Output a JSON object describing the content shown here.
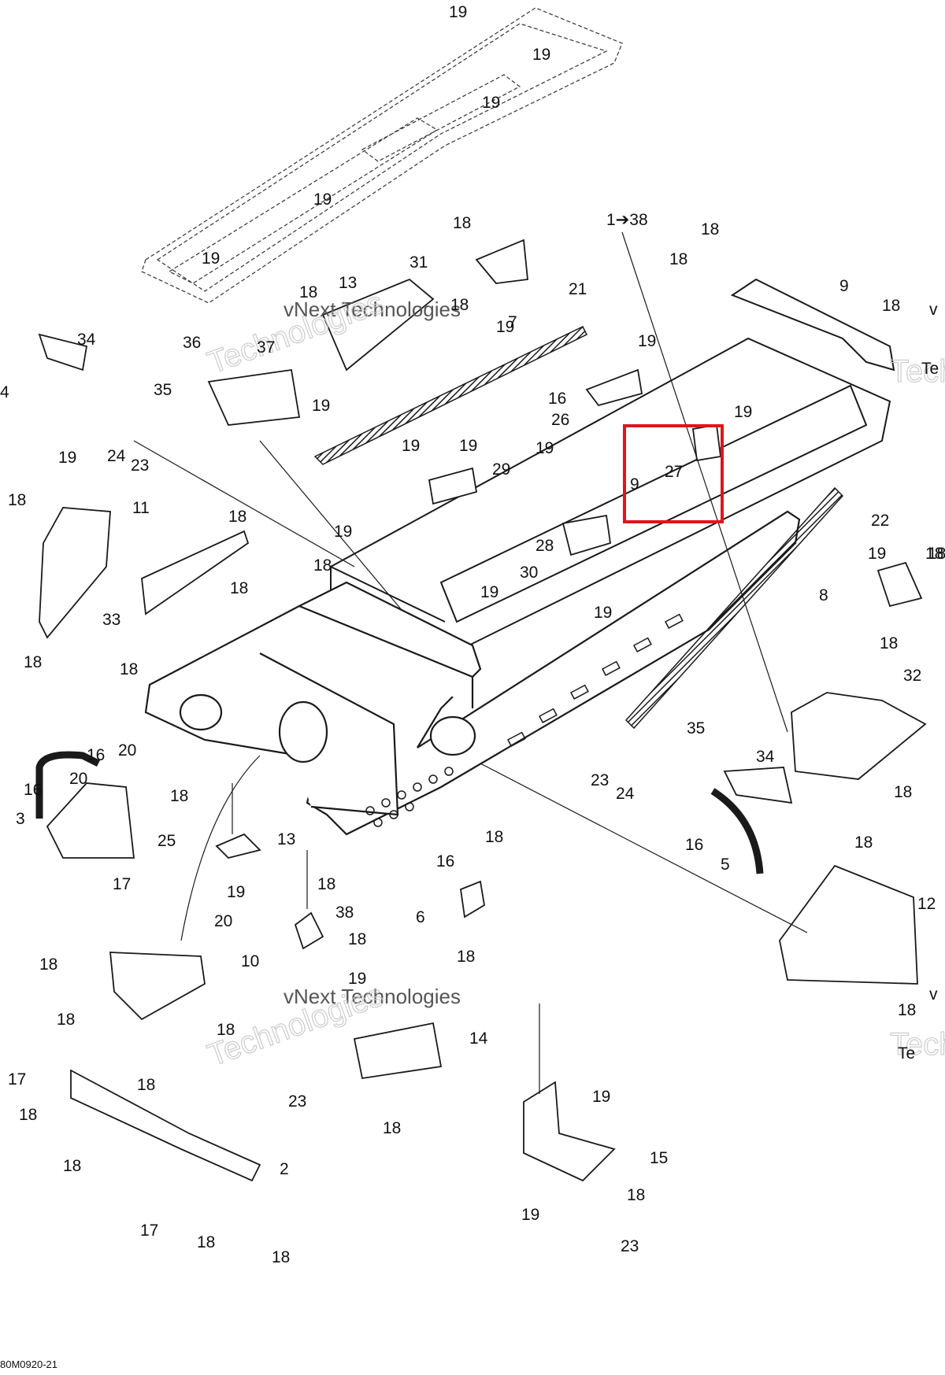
{
  "diagram": {
    "figure_code": "80M0920-21",
    "watermarks": [
      "vNext Technologies",
      "vNext Technologies",
      "Technologies",
      "Technologies",
      "Technologies",
      "Technologies"
    ],
    "highlight_color": "#e0141e",
    "line_color": "#1a1a1a",
    "callouts": [
      {
        "id": "c1",
        "text": "19"
      },
      {
        "id": "c2",
        "text": "19"
      },
      {
        "id": "c3",
        "text": "19"
      },
      {
        "id": "c4",
        "text": "19"
      },
      {
        "id": "c5",
        "text": "19"
      },
      {
        "id": "c6",
        "text": "18"
      },
      {
        "id": "c7",
        "text": "1➔38"
      },
      {
        "id": "c8",
        "text": "18"
      },
      {
        "id": "c9",
        "text": "18"
      },
      {
        "id": "c10",
        "text": "31"
      },
      {
        "id": "c11",
        "text": "18"
      },
      {
        "id": "c12",
        "text": "13"
      },
      {
        "id": "c13",
        "text": "18"
      },
      {
        "id": "c14",
        "text": "7"
      },
      {
        "id": "c15",
        "text": "9"
      },
      {
        "id": "c16",
        "text": "18"
      },
      {
        "id": "c17",
        "text": "21"
      },
      {
        "id": "c18",
        "text": "34"
      },
      {
        "id": "c19",
        "text": "36"
      },
      {
        "id": "c20",
        "text": "37"
      },
      {
        "id": "c21",
        "text": "19"
      },
      {
        "id": "c22",
        "text": "4"
      },
      {
        "id": "c23",
        "text": "35"
      },
      {
        "id": "c24",
        "text": "19"
      },
      {
        "id": "c25",
        "text": "19"
      },
      {
        "id": "c26",
        "text": "19"
      },
      {
        "id": "c27",
        "text": "16"
      },
      {
        "id": "c28",
        "text": "24"
      },
      {
        "id": "c29",
        "text": "23"
      },
      {
        "id": "c30",
        "text": "26"
      },
      {
        "id": "c31",
        "text": "19"
      },
      {
        "id": "c32",
        "text": "19"
      },
      {
        "id": "c33",
        "text": "29"
      },
      {
        "id": "c34",
        "text": "19"
      },
      {
        "id": "c35",
        "text": "19"
      },
      {
        "id": "c36",
        "text": "27"
      },
      {
        "id": "c37",
        "text": "9"
      },
      {
        "id": "c38",
        "text": "18"
      },
      {
        "id": "c39",
        "text": "11"
      },
      {
        "id": "c40",
        "text": "18"
      },
      {
        "id": "c41",
        "text": "19"
      },
      {
        "id": "c42",
        "text": "22"
      },
      {
        "id": "c43",
        "text": "28"
      },
      {
        "id": "c44",
        "text": "30"
      },
      {
        "id": "c45",
        "text": "19"
      },
      {
        "id": "c46",
        "text": "18"
      },
      {
        "id": "c47",
        "text": "18"
      },
      {
        "id": "c48",
        "text": "33"
      },
      {
        "id": "c49",
        "text": "19"
      },
      {
        "id": "c50",
        "text": "8"
      },
      {
        "id": "c51",
        "text": "19"
      },
      {
        "id": "c52",
        "text": "18"
      },
      {
        "id": "c53",
        "text": "18"
      },
      {
        "id": "c54",
        "text": "18"
      },
      {
        "id": "c55",
        "text": "32"
      },
      {
        "id": "c56",
        "text": "18"
      },
      {
        "id": "c57",
        "text": "35"
      },
      {
        "id": "c58",
        "text": "16"
      },
      {
        "id": "c59",
        "text": "20"
      },
      {
        "id": "c60",
        "text": "34"
      },
      {
        "id": "c61",
        "text": "20"
      },
      {
        "id": "c62",
        "text": "16"
      },
      {
        "id": "c63",
        "text": "23"
      },
      {
        "id": "c64",
        "text": "24"
      },
      {
        "id": "c65",
        "text": "18"
      },
      {
        "id": "c66",
        "text": "18"
      },
      {
        "id": "c67",
        "text": "3"
      },
      {
        "id": "c68",
        "text": "25"
      },
      {
        "id": "c69",
        "text": "16"
      },
      {
        "id": "c70",
        "text": "18"
      },
      {
        "id": "c71",
        "text": "16"
      },
      {
        "id": "c72",
        "text": "13"
      },
      {
        "id": "c73",
        "text": "5"
      },
      {
        "id": "c74",
        "text": "18"
      },
      {
        "id": "c75",
        "text": "17"
      },
      {
        "id": "c76",
        "text": "19"
      },
      {
        "id": "c77",
        "text": "18"
      },
      {
        "id": "c78",
        "text": "6"
      },
      {
        "id": "c79",
        "text": "12"
      },
      {
        "id": "c80",
        "text": "20"
      },
      {
        "id": "c81",
        "text": "38"
      },
      {
        "id": "c82",
        "text": "18"
      },
      {
        "id": "c83",
        "text": "18"
      },
      {
        "id": "c84",
        "text": "10"
      },
      {
        "id": "c85",
        "text": "18"
      },
      {
        "id": "c86",
        "text": "19"
      },
      {
        "id": "c87",
        "text": "18"
      },
      {
        "id": "c88",
        "text": "18"
      },
      {
        "id": "c89",
        "text": "18"
      },
      {
        "id": "c90",
        "text": "14"
      },
      {
        "id": "c91",
        "text": "17"
      },
      {
        "id": "c92",
        "text": "18"
      },
      {
        "id": "c93",
        "text": "23"
      },
      {
        "id": "c94",
        "text": "19"
      },
      {
        "id": "c95",
        "text": "18"
      },
      {
        "id": "c96",
        "text": "18"
      },
      {
        "id": "c97",
        "text": "2"
      },
      {
        "id": "c98",
        "text": "15"
      },
      {
        "id": "c99",
        "text": "17"
      },
      {
        "id": "c100",
        "text": "18"
      },
      {
        "id": "c101",
        "text": "19"
      },
      {
        "id": "c102",
        "text": "18"
      },
      {
        "id": "c103",
        "text": "18"
      },
      {
        "id": "c104",
        "text": "23"
      },
      {
        "id": "c105",
        "text": "v"
      },
      {
        "id": "c106",
        "text": "Te"
      },
      {
        "id": "c107",
        "text": "18"
      },
      {
        "id": "c108",
        "text": "v"
      },
      {
        "id": "c109",
        "text": "Te"
      },
      {
        "id": "c110",
        "text": "18"
      }
    ]
  }
}
